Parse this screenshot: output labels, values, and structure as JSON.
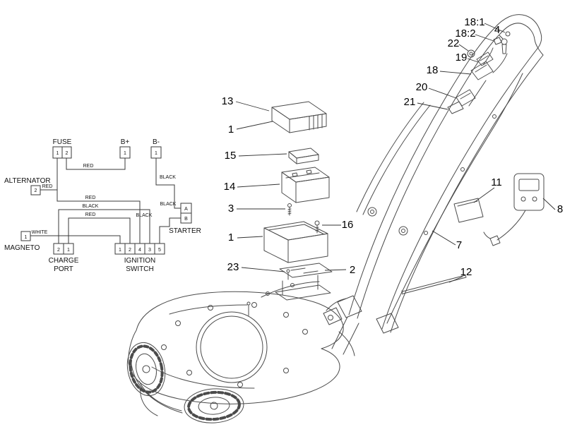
{
  "schematic": {
    "fuse": {
      "label": "FUSE",
      "pin1": "1",
      "pin2": "2"
    },
    "b_plus": {
      "label": "B+",
      "pin": "1"
    },
    "b_minus": {
      "label": "B-",
      "pin": "1"
    },
    "alternator": {
      "label": "ALTERNATOR",
      "pin": "2"
    },
    "magneto": {
      "label": "MAGNETO",
      "pin": "1"
    },
    "charge_port": {
      "label_line1": "CHARGE",
      "label_line2": "PORT",
      "pin_left": "2",
      "pin_right": "1"
    },
    "ignition_switch": {
      "label_line1": "IGNITION",
      "label_line2": "SWITCH",
      "pins": [
        "1",
        "2",
        "4",
        "3",
        "5"
      ]
    },
    "starter": {
      "label": "STARTER",
      "pin_a": "A",
      "pin_b": "B"
    },
    "wires": {
      "red": "RED",
      "black": "BLACK",
      "white": "WHITE"
    }
  },
  "callouts": {
    "battery_cover": "13",
    "cover": "1",
    "spacer": "15",
    "battery": "14",
    "screw_top": "3",
    "battery_box": "1",
    "bolt": "16",
    "screw_bottom": "23",
    "bracket": "2",
    "harness_branch_1": "18:1",
    "key": "4",
    "harness_branch_2": "18:2",
    "terminal": "22",
    "connector_19": "19",
    "harness": "18",
    "connector_20": "20",
    "connector_21": "21",
    "fastener_pad": "11",
    "charger": "8",
    "handle": "7",
    "tie_rod": "12"
  }
}
